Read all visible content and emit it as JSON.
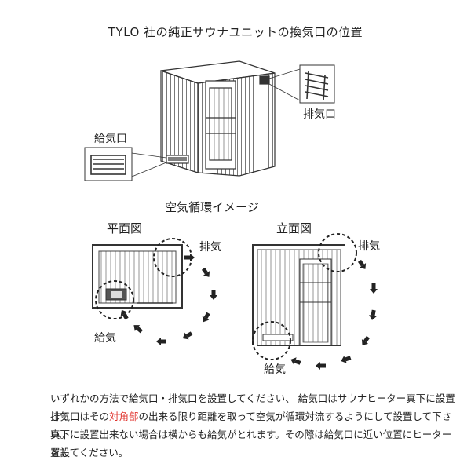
{
  "title": "TYLO 社の純正サウナユニットの換気口の位置",
  "top_labels": {
    "exhaust": "排気口",
    "intake": "給気口"
  },
  "subtitle": "空気循環イメージ",
  "plan": {
    "heading": "平面図",
    "exhaust": "排気",
    "intake": "給気"
  },
  "elevation": {
    "heading": "立面図",
    "exhaust": "排気",
    "intake": "給気"
  },
  "description": {
    "line1": "いずれかの方法で給気口・排気口を設置してください、 給気口はサウナヒーター真下に設置して",
    "line2_pre": "排気口はその",
    "line2_red": "対角部",
    "line2_post": "の出来る限り距離を取って空気が循環対流するようにして設置して下さい。",
    "line3": "真下に設置出来ない場合は横からも給気がとれます。その際は給気口に近い位置にヒーターを設",
    "line4": "置してください。"
  },
  "colors": {
    "accent_red": "#e0322c",
    "line": "#222222"
  }
}
